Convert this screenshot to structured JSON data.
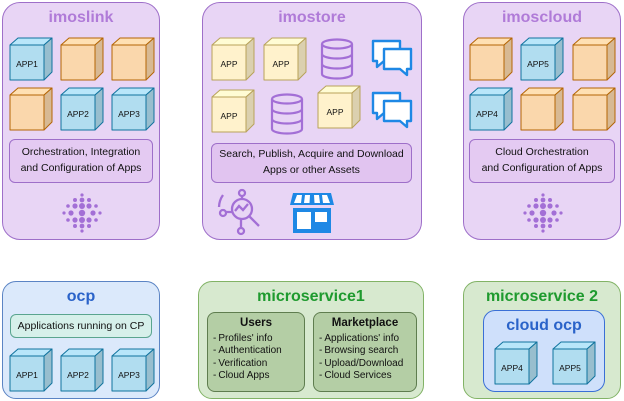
{
  "panels": {
    "imoslink": {
      "title": "imoslink",
      "apps": [
        "APP1",
        "",
        "",
        "",
        "APP2",
        "APP3"
      ],
      "description": "Orchestration, Integration\nand Configuration of Apps",
      "icon": "dots-cluster-icon"
    },
    "imostore": {
      "title": "imostore",
      "apps": [
        "APP",
        "APP",
        "APP",
        "APP"
      ],
      "description": "Search, Publish, Acquire and Download\nApps or other Assets",
      "icons": [
        "database-icon",
        "chat-bubbles-icon",
        "search-analytics-icon",
        "store-icon",
        "video-network-icon"
      ]
    },
    "imoscloud": {
      "title": "imoscloud",
      "apps": [
        "",
        "APP5",
        "",
        "APP4",
        "",
        ""
      ],
      "description": "Cloud Orchestration\nand Configuration of Apps",
      "icon": "dots-cluster-icon"
    },
    "ocp": {
      "title": "ocp",
      "description": "Applications running on CP",
      "apps": [
        "APP1",
        "APP2",
        "APP3"
      ]
    },
    "microservice1": {
      "title": "microservice1",
      "users": {
        "heading": "Users",
        "items": [
          "Profiles' info",
          "Authentication",
          "Verification",
          "Cloud Apps"
        ]
      },
      "marketplace": {
        "heading": "Marketplace",
        "items": [
          "Applications' info",
          "Browsing search",
          "Upload/Download",
          "Cloud Services"
        ]
      }
    },
    "microservice2": {
      "title": "microservice 2",
      "cloud_ocp": {
        "title": "cloud ocp",
        "apps": [
          "APP4",
          "APP5"
        ]
      }
    }
  },
  "colors": {
    "cube_blue": "#b1ddf0",
    "cube_orange": "#fad7ac",
    "cube_cream": "#fff2cc",
    "purple_panel": "#e8d5f5",
    "blue_panel": "#dbe9fb",
    "green_panel": "#d7e9cf",
    "icon_purple": "#a36fd6",
    "icon_blue": "#1e88e5"
  }
}
